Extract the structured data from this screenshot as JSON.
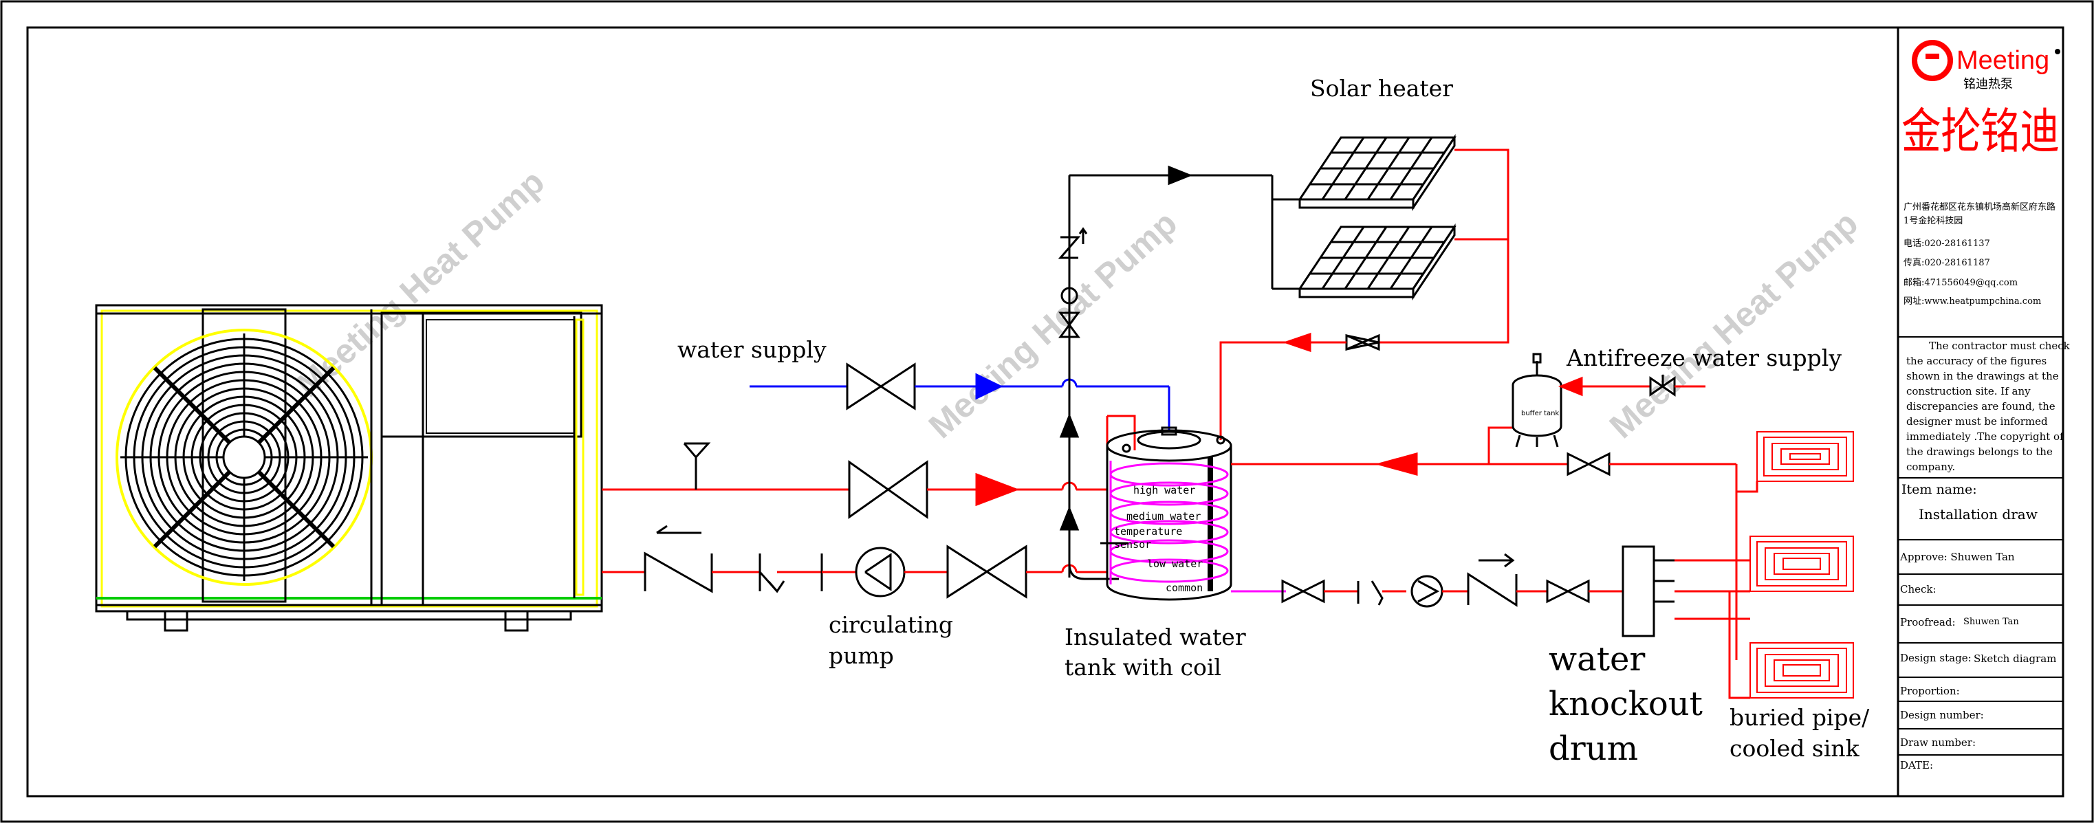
{
  "labels": {
    "solar_heater": "Solar heater",
    "water_supply": "water supply",
    "antifreeze_supply": "Antifreeze water supply",
    "circulating_pump_1": "circulating",
    "circulating_pump_2": "pump",
    "tank_1": "Insulated water",
    "tank_2": "tank with coil",
    "drum_1": "water",
    "drum_2": "knockout",
    "drum_3": "drum",
    "buried_1": "buried pipe/",
    "buried_2": "cooled sink",
    "buffer_tank": "buffer tank",
    "high_water": "high water",
    "medium_water": "medium water",
    "temp_sensor_1": "temperature",
    "temp_sensor_2": "sensor",
    "low_water": "low water",
    "common": "common"
  },
  "watermark": "Meeting Heat Pump",
  "title_block": {
    "logo_text": "Meeting",
    "logo_sub": "铭迪热泵",
    "company_cn": "金抡铭迪",
    "address_1": "广州番花都区花东镇机场高新区府东路",
    "address_2": "1号金抡科技园",
    "phone": "电话:020-28161137",
    "fax": "传真:020-28161187",
    "email": "邮箱:471556049@qq.com",
    "website": "网址:www.heatpumpchina.com",
    "notice": [
      "The contractor must check",
      "the accuracy of the figures",
      "shown in the drawings at the",
      "construction site. If any",
      "discrepancies are found, the",
      "designer must be informed",
      "immediately .The copyright of",
      "the drawings belongs to the",
      "company."
    ],
    "item_name_label": "Item name:",
    "item_name_value": "Installation draw",
    "approve": "Approve: Shuwen Tan",
    "check": "Check:",
    "proofread_label": "Proofread:",
    "proofread_value": "Shuwen Tan",
    "design_stage_label": "Design stage:",
    "design_stage_value": "Sketch diagram",
    "proportion": "Proportion:",
    "design_number": "Design number:",
    "draw_number": "Draw number:",
    "date": "DATE:"
  },
  "colors": {
    "hot_pipe": "#ff0000",
    "supply_pipe": "#0000ff",
    "coil": "#ff00ff",
    "outline": "#ffff00",
    "ground": "#00cc00",
    "watermark": "#c8c8c8"
  }
}
